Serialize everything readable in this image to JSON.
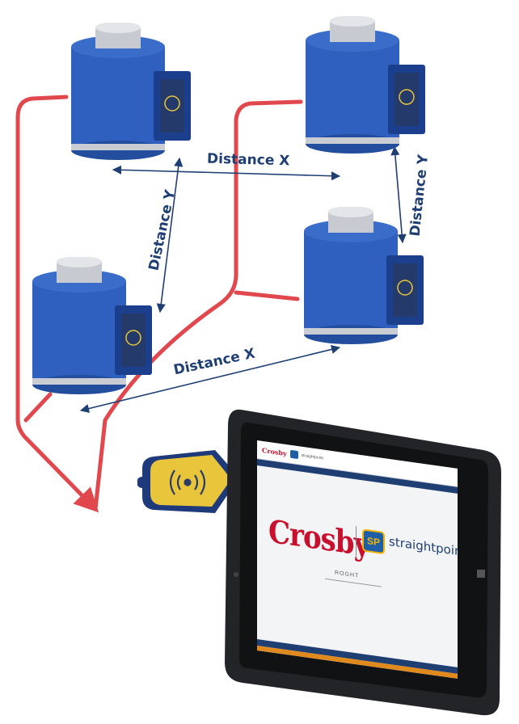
{
  "labels": {
    "distance_x_top": "Distance X",
    "distance_x_bottom": "Distance X",
    "distance_y_left": "Distance Y",
    "distance_y_right": "Distance Y"
  },
  "tablet": {
    "brand_crosby": "Crosby",
    "brand_sp_badge": "SP",
    "brand_straightpoint": "straightpoint",
    "screen_caption": "ROGHT"
  },
  "colors": {
    "cell_blue": "#2f5fbf",
    "cell_dark": "#1b3f8c",
    "wire_red": "#e0484e",
    "arrow_navy": "#1f3f73",
    "dongle_yellow": "#e8c53a",
    "dongle_navy": "#1f3a7a"
  }
}
